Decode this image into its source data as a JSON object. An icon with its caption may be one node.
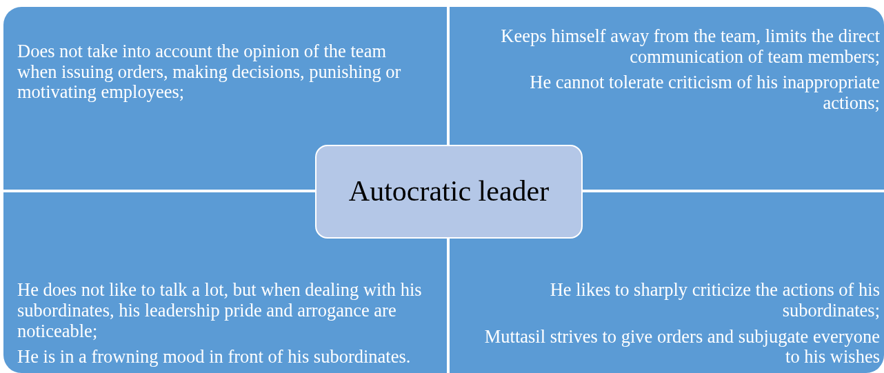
{
  "diagram": {
    "nodes": [
      {
        "text": [
          "Does not take into account the opinion of the team when issuing orders, making decisions, punishing or motivating employees;"
        ]
      },
      {
        "text": [
          "Keeps himself away from the team, limits the direct communication of team members;",
          "He cannot tolerate criticism of his inappropriate actions;"
        ]
      },
      {
        "text": [
          "Autocratic leader"
        ]
      },
      {
        "text": [
          "He does not like to talk a lot, but when dealing with his subordinates, his leadership pride and arrogance are noticeable;",
          "He is in a frowning mood in front of his subordinates."
        ]
      },
      {
        "text": [
          "He likes to sharply criticize the actions of his subordinates;",
          "Muttasil strives to give orders and subjugate everyone to his wishes"
        ]
      }
    ]
  }
}
